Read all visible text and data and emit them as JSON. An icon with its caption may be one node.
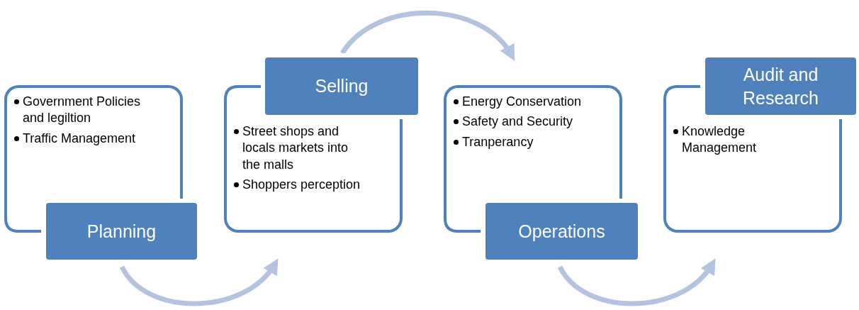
{
  "diagram": {
    "nodes": [
      {
        "text": [
          "Government Policies and legiltion",
          "Traffic Management"
        ]
      },
      {
        "text": [
          "Planning"
        ]
      },
      {
        "text": [
          "Selling"
        ]
      },
      {
        "text": [
          "Street shops and locals markets into the malls",
          "Shoppers perception"
        ]
      },
      {
        "text": [
          "Energy Conservation",
          "Safety and Security",
          "Tranperancy"
        ]
      },
      {
        "text": [
          "Operations"
        ]
      },
      {
        "text": [
          "Audit and Research"
        ]
      },
      {
        "text": [
          "Knowledge Management"
        ]
      }
    ],
    "edges": [
      {
        "from": 1,
        "to": 3,
        "arrow": "to"
      },
      {
        "from": 2,
        "to": 4,
        "arrow": "to"
      },
      {
        "from": 5,
        "to": 7,
        "arrow": "to"
      }
    ]
  }
}
